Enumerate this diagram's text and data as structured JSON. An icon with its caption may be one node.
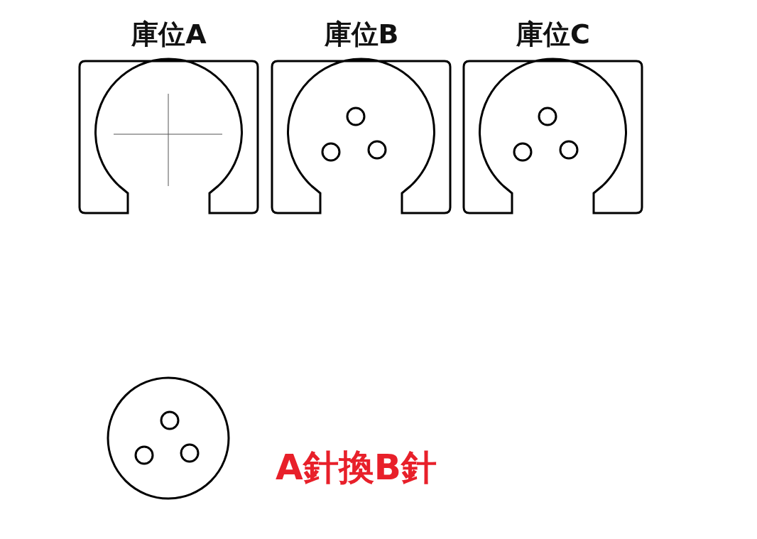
{
  "diagram": {
    "nodes": [
      {
        "text": [
          "庫位A"
        ]
      },
      {
        "text": [
          "庫位B"
        ]
      },
      {
        "text": [
          "庫位C"
        ]
      },
      {
        "text": [],
        "shape": "circle"
      }
    ],
    "labels": [
      "A針換B針"
    ]
  }
}
